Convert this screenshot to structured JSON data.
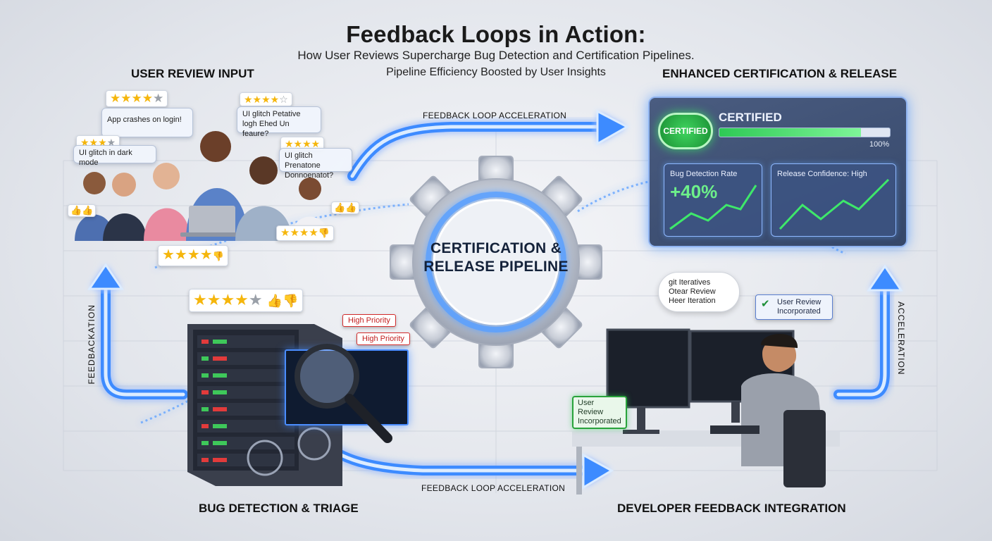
{
  "header": {
    "title": "Feedback Loops in Action:",
    "subtitle": "How User Reviews Supercharge Bug Detection and Certification Pipelines.",
    "subtitle2": "Pipeline Efficiency Boosted by User Insights"
  },
  "sections": {
    "user_review_input": "USER REVIEW INPUT",
    "enhanced_release": "ENHANCED CERTIFICATION & RELEASE",
    "bug_detection": "BUG DETECTION & TRIAGE",
    "developer_integration": "DEVELOPER FEEDBACK INTEGRATION"
  },
  "flow_labels": {
    "top_arrow": "FEEDBACK LOOP ACCELERATION",
    "bottom_arrow": "FEEDBACK LOOP ACCELERATION",
    "left_vertical": "FEEDBACKATION",
    "right_vertical": "ACCELERATION"
  },
  "gear": {
    "line1": "CERTIFICATION &",
    "line2": "RELEASE PIPELINE"
  },
  "reviews": [
    {
      "text": "App crashes on login!",
      "stars": 4
    },
    {
      "text": "UI glitch in dark mode",
      "stars": 3
    },
    {
      "text": "UI glitch Petative logh Ehed Un feaure?",
      "stars": 4
    },
    {
      "text": "UI glitch Prenatone Donnoenatot?",
      "stars": 4
    }
  ],
  "rating_bar_people": {
    "stars": 4
  },
  "rating_bar_right": {
    "stars": 4
  },
  "rating_bar_server": {
    "stars": 4
  },
  "dashboard": {
    "badge": "CERTIFIED",
    "status": "CERTIFIED",
    "progress": 0.83,
    "progress_label": "100%",
    "card1_title": "Bug Detection Rate",
    "card1_value": "+40%",
    "card2_title": "Release Confidence: High",
    "accent": "#3ee86a"
  },
  "triage": {
    "priority_1": "High Priority",
    "priority_2": "High Priority"
  },
  "developer": {
    "thought_1": "git Iteratives",
    "thought_2": "Otear Review",
    "thought_3": "Heer Iteration",
    "tag_blue": "User Review Incorporated",
    "tag_green": "User Review Incorporated"
  },
  "colors": {
    "glow_blue": "#3d8bff",
    "star_gold": "#f5b60c",
    "priority_red": "#d32b2b",
    "success_green": "#29a33b"
  }
}
